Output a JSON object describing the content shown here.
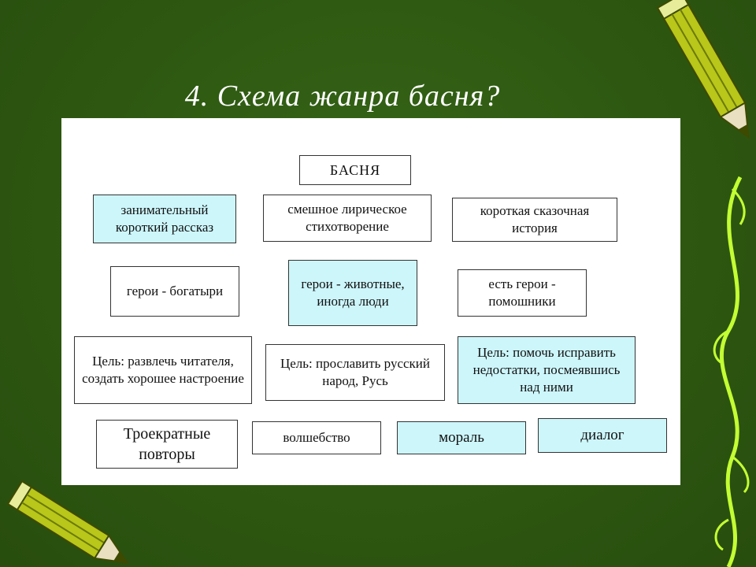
{
  "slide": {
    "title": "4. Схема жанра басня?"
  },
  "diagram": {
    "root": "БАСНЯ",
    "boxes": [
      {
        "id": "b1",
        "text": "занимательный короткий рассказ",
        "shaded": true
      },
      {
        "id": "b2",
        "text": "смешное лирическое стихотворение",
        "shaded": false
      },
      {
        "id": "b3",
        "text": "короткая сказочная история",
        "shaded": false
      },
      {
        "id": "b4",
        "text": "герои - богатыри",
        "shaded": false
      },
      {
        "id": "b5",
        "text": "герои - животные, иногда люди",
        "shaded": true
      },
      {
        "id": "b6",
        "text": "есть герои - помошники",
        "shaded": false
      },
      {
        "id": "b7",
        "text": "Цель: развлечь читателя, создать хорошее настроение",
        "shaded": false
      },
      {
        "id": "b8",
        "text": "Цель: прославить русский народ, Русь",
        "shaded": false
      },
      {
        "id": "b9",
        "text": "Цель: помочь исправить недостатки, посмеявшись над ними",
        "shaded": true
      },
      {
        "id": "b10",
        "text": "Троекратные повторы",
        "shaded": false
      },
      {
        "id": "b11",
        "text": "волшебство",
        "shaded": false
      },
      {
        "id": "b12",
        "text": "мораль",
        "shaded": true
      },
      {
        "id": "b13",
        "text": "диалог",
        "shaded": true
      }
    ]
  },
  "colors": {
    "background": "#2f5a12",
    "shaded_box": "#cdf6fb",
    "pencil_body": "#b9c61a",
    "vine": "#c3ff33"
  },
  "icons": [
    "pencil-icon-top-right",
    "pencil-icon-bottom-left",
    "vine-decoration"
  ]
}
